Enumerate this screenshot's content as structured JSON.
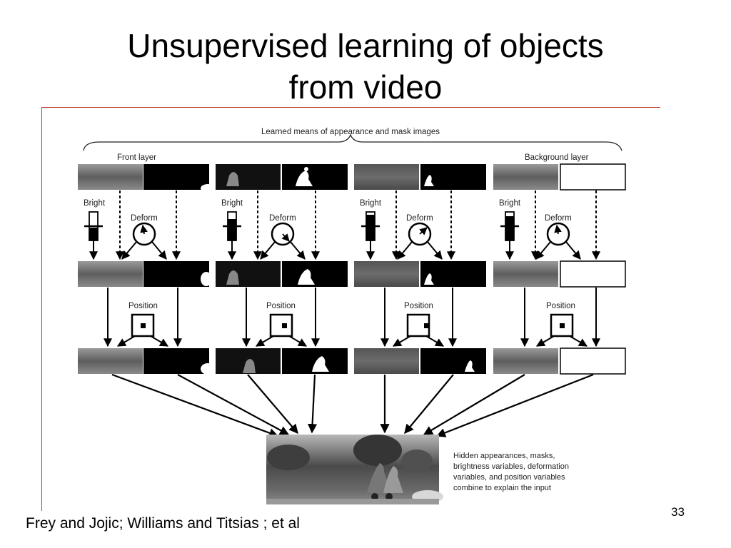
{
  "slide": {
    "title_line1": "Unsupervised learning of objects",
    "title_line2": "from video",
    "caption": "Frey and Jojic; Williams and Titsias ; et al",
    "page_number": "33"
  },
  "figure": {
    "header_label": "Learned means of appearance and mask images",
    "front_layer_label": "Front layer",
    "background_layer_label": "Background layer",
    "bright_label": "Bright",
    "deform_label": "Deform",
    "position_label": "Position",
    "bright_levels": [
      0.45,
      0.75,
      0.9,
      0.85
    ],
    "explanation_lines": [
      "Hidden appearances, masks,",
      "brightness variables, deformation",
      "variables, and position variables",
      "combine to explain the input"
    ]
  }
}
